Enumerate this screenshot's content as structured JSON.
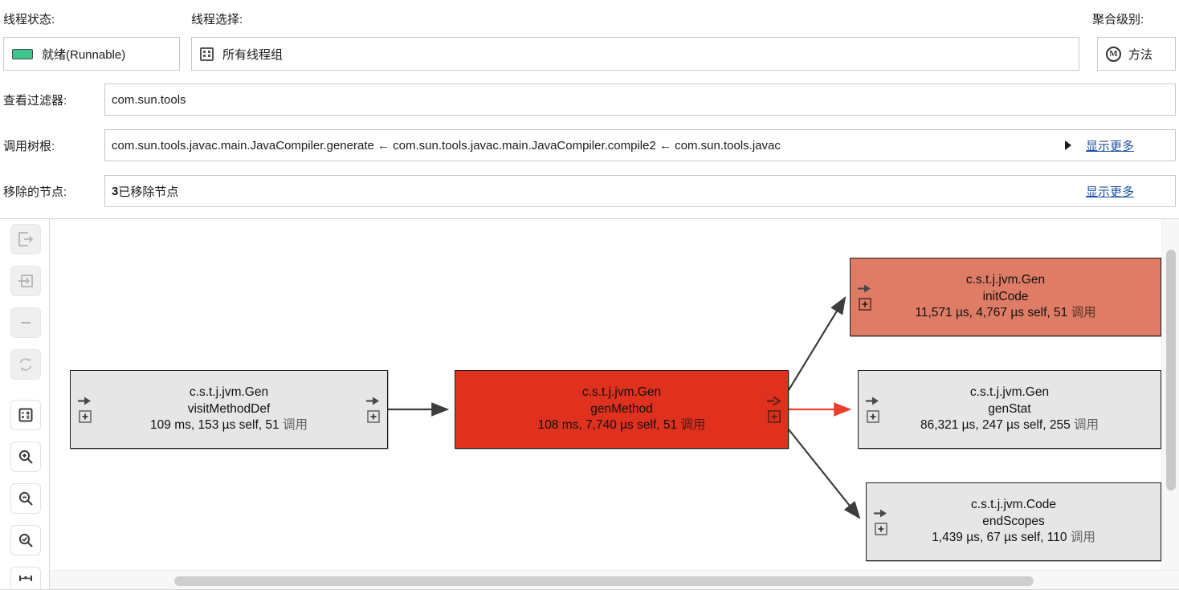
{
  "header": {
    "thread_status_label": "线程状态:",
    "thread_status_value": "就绪(Runnable)",
    "thread_selection_label": "线程选择:",
    "thread_selection_value": "所有线程组",
    "aggregation_label": "聚合级别:",
    "aggregation_value": "方法",
    "aggregation_icon_letter": "M",
    "view_filter_label": "查看过滤器:",
    "view_filter_value": "com.sun.tools",
    "call_tree_root_label": "调用树根:",
    "call_tree_root_value": "com.sun.tools.javac.main.JavaCompiler.generate ← com.sun.tools.javac.main.JavaCompiler.compile2 ← com.sun.tools.javac",
    "call_tree_root_show_more": "显示更多",
    "removed_nodes_label": "移除的节点:",
    "removed_nodes_count": "3",
    "removed_nodes_text": "已移除节点",
    "removed_nodes_show_more": "显示更多"
  },
  "toolbar": {
    "items": [
      {
        "name": "step-out-icon",
        "enabled": false
      },
      {
        "name": "step-into-icon",
        "enabled": false
      },
      {
        "name": "collapse-icon",
        "enabled": false
      },
      {
        "name": "refresh-icon",
        "enabled": false
      },
      {
        "name": "calculator-icon",
        "enabled": true
      },
      {
        "name": "zoom-in-icon",
        "enabled": true
      },
      {
        "name": "zoom-out-icon",
        "enabled": true
      },
      {
        "name": "zoom-fit-icon",
        "enabled": true
      },
      {
        "name": "layout-icon",
        "enabled": true
      }
    ]
  },
  "graph": {
    "nodes": [
      {
        "id": "visitMethodDef",
        "class_name": "c.s.t.j.jvm.Gen",
        "method": "visitMethodDef",
        "stats_time": "109 ms, 153 µs self, 51 ",
        "stats_calls_word": "调用",
        "color": "#e6e6e6",
        "selected": false
      },
      {
        "id": "genMethod",
        "class_name": "c.s.t.j.jvm.Gen",
        "method": "genMethod",
        "stats_time": "108 ms, 7,740 µs self, 51 ",
        "stats_calls_word": "调用",
        "color": "#e0301e",
        "selected": true
      },
      {
        "id": "initCode",
        "class_name": "c.s.t.j.jvm.Gen",
        "method": "initCode",
        "stats_time": "11,571 µs, 4,767 µs self, 51 ",
        "stats_calls_word": "调用",
        "color": "#de7c65",
        "selected": false
      },
      {
        "id": "genStat",
        "class_name": "c.s.t.j.jvm.Gen",
        "method": "genStat",
        "stats_time": "86,321 µs, 247 µs self, 255 ",
        "stats_calls_word": "调用",
        "color": "#e6e6e6",
        "selected": false
      },
      {
        "id": "endScopes",
        "class_name": "c.s.t.j.jvm.Code",
        "method": "endScopes",
        "stats_time": "1,439 µs, 67 µs self, 110 ",
        "stats_calls_word": "调用",
        "color": "#e6e6e6",
        "selected": false
      }
    ],
    "edges": [
      {
        "from": "visitMethodDef",
        "to": "genMethod",
        "color": "#3d3d3d"
      },
      {
        "from": "genMethod",
        "to": "initCode",
        "color": "#3d3d3d"
      },
      {
        "from": "genMethod",
        "to": "genStat",
        "color": "#e8402b"
      },
      {
        "from": "genMethod",
        "to": "endScopes",
        "color": "#3d3d3d"
      }
    ]
  },
  "colors": {
    "hot_node": "#e0301e",
    "warm_node": "#de7c65",
    "neutral_node": "#e6e6e6",
    "runnable_green": "#3dc78d",
    "link_blue": "#1b4fa0"
  }
}
